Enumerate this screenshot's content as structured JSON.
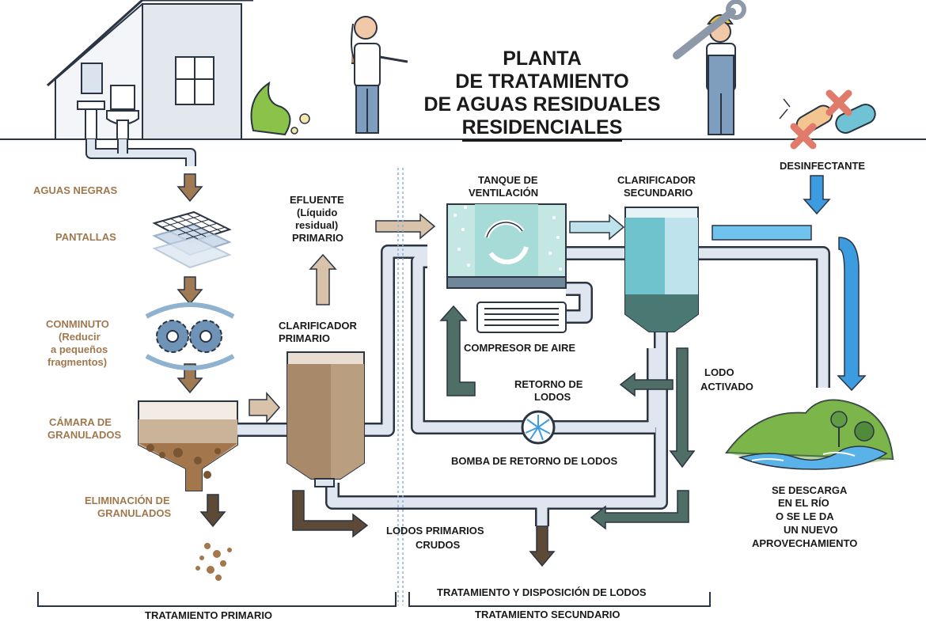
{
  "title": {
    "line1": "PLANTA",
    "line2": "DE TRATAMIENTO",
    "line3": "DE AGUAS RESIDUALES",
    "line4": "RESIDENCIALES"
  },
  "primary_stages": {
    "aguas_negras": "AGUAS NEGRAS",
    "pantallas": "PANTALLAS",
    "conminuto": "CONMINUTO",
    "conminuto_note1": "(Reducir",
    "conminuto_note2": "a pequeños",
    "conminuto_note3": "fragmentos)",
    "camara1": "CÁMARA DE",
    "camara2": "GRANULADOS",
    "eliminacion1": "ELIMINACIÓN DE",
    "eliminacion2": "GRANULADOS"
  },
  "clarificador_primario": {
    "line1": "CLARIFICADOR",
    "line2": "PRIMARIO"
  },
  "efluente": {
    "line1": "EFLUENTE",
    "line2": "(Líquido",
    "line3": "residual)",
    "line4": "PRIMARIO"
  },
  "tanque": {
    "line1": "TANQUE DE",
    "line2": "VENTILACIÓN"
  },
  "clarificador_secundario": {
    "line1": "CLARIFICADOR",
    "line2": "SECUNDARIO"
  },
  "desinfectante": "DESINFECTANTE",
  "compresor": "COMPRESOR DE AIRE",
  "retorno_lodos": {
    "line1": "RETORNO DE",
    "line2": "LODOS"
  },
  "lodo_activado": {
    "line1": "LODO",
    "line2": "ACTIVADO"
  },
  "bomba": "BOMBA DE RETORNO DE LODOS",
  "lodos_primarios": {
    "line1": "LODOS PRIMARIOS",
    "line2": "CRUDOS"
  },
  "descarga": {
    "line1": "SE DESCARGA",
    "line2": "EN EL RÍO",
    "line3": "O SE LE DA",
    "line4": "UN NUEVO",
    "line5": "APROVECHAMIENTO"
  },
  "tratamiento_lodos": "TRATAMIENTO Y DISPOSICIÓN DE LODOS",
  "tratamiento_primario": "TRATAMIENTO PRIMARIO",
  "tratamiento_secundario": "TRATAMIENTO SECUNDARIO",
  "colors": {
    "pipe": "#dfe6ef",
    "pipe_outline": "#2b3442",
    "brown_arrow": "#a07a52",
    "dark_brown_arrow": "#5c4a36",
    "green_arrow": "#4e6e66",
    "blue_arrow": "#3d9be0",
    "teal_water": "#8fd1d0",
    "label_brown": "#a0784e"
  },
  "icons": [
    "house-icon",
    "scientist-icon",
    "worker-icon",
    "bush-icon",
    "bacteria-icon",
    "screen-grid-icon",
    "gears-icon",
    "river-landscape-icon",
    "pump-icon",
    "compressor-icon"
  ]
}
